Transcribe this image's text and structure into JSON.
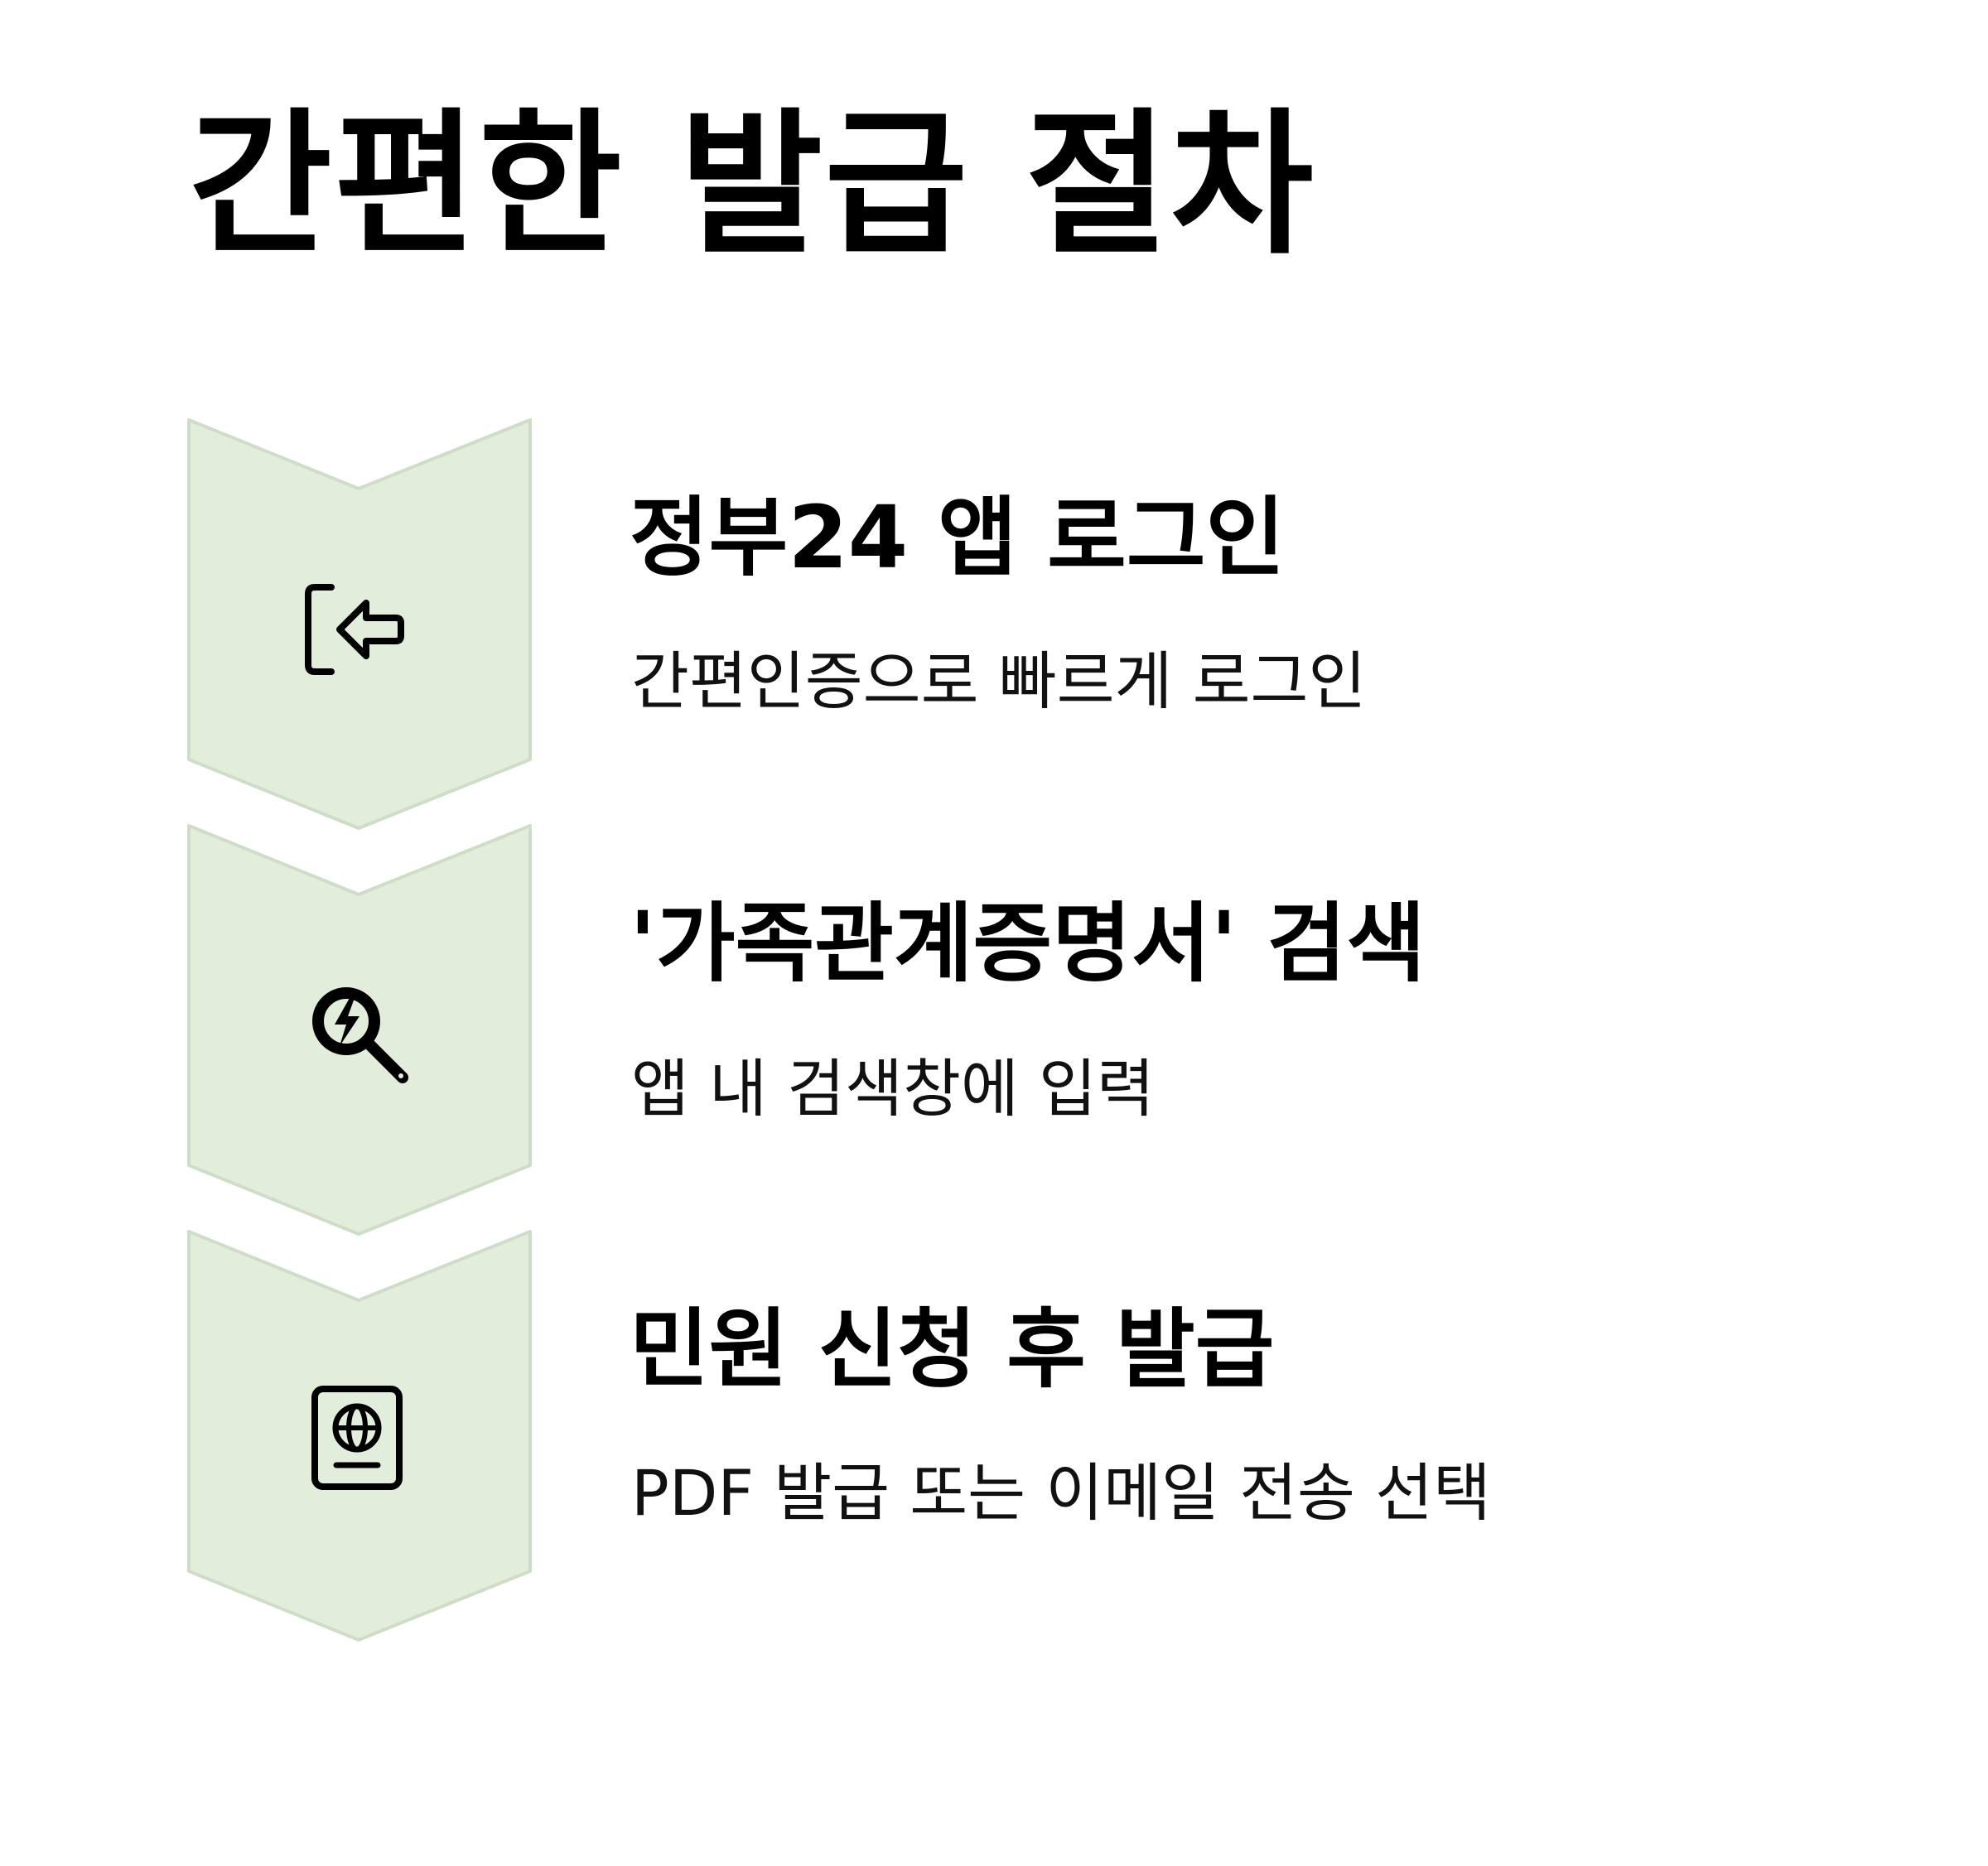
{
  "title": "간편한 발급 절차",
  "steps": [
    {
      "icon": "login-icon",
      "title": "정부24 앱 로그인",
      "description": "간편인증으로 빠르게 로그인"
    },
    {
      "icon": "search-icon",
      "title": "'가족관계증명서' 검색",
      "description": "앱 내 검색창에 입력"
    },
    {
      "icon": "passport-icon",
      "title": "민원 신청 후 발급",
      "description": "PDF 발급 또는 이메일 전송 선택"
    }
  ],
  "colors": {
    "chevron_fill": "#e2eddc",
    "chevron_stroke": "#cfdcc8",
    "text": "#000000",
    "background": "#ffffff"
  }
}
